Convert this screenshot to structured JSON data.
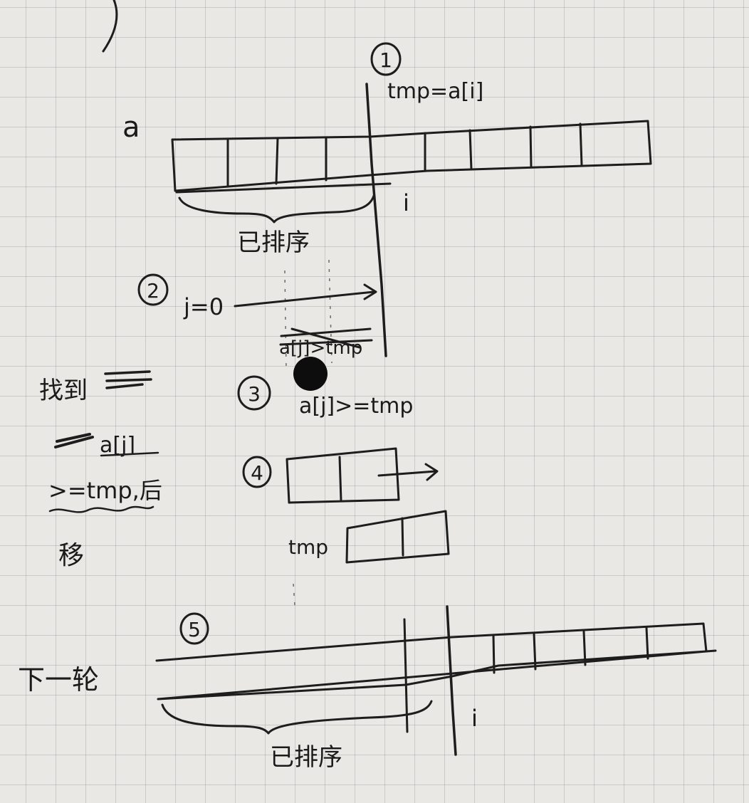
{
  "step1": {
    "marker": "1",
    "annotation": "tmp=a[i]",
    "array_name": "a",
    "index_label": "i"
  },
  "top_array": {
    "sorted_label": "已排序"
  },
  "step2": {
    "marker": "2",
    "annotation": "j=0"
  },
  "step3": {
    "marker": "3",
    "condition": "a[j]>=tmp",
    "crossed_text": "a[j]>tmp"
  },
  "side_note": {
    "line1": "找到",
    "line2": "a[j]",
    "line3": ">=tmp,后",
    "line4": "移"
  },
  "step4": {
    "marker": "4",
    "tmp_label": "tmp"
  },
  "step5": {
    "marker": "5",
    "next_round_label": "下一轮",
    "sorted_label": "已排序",
    "index_label": "i"
  }
}
